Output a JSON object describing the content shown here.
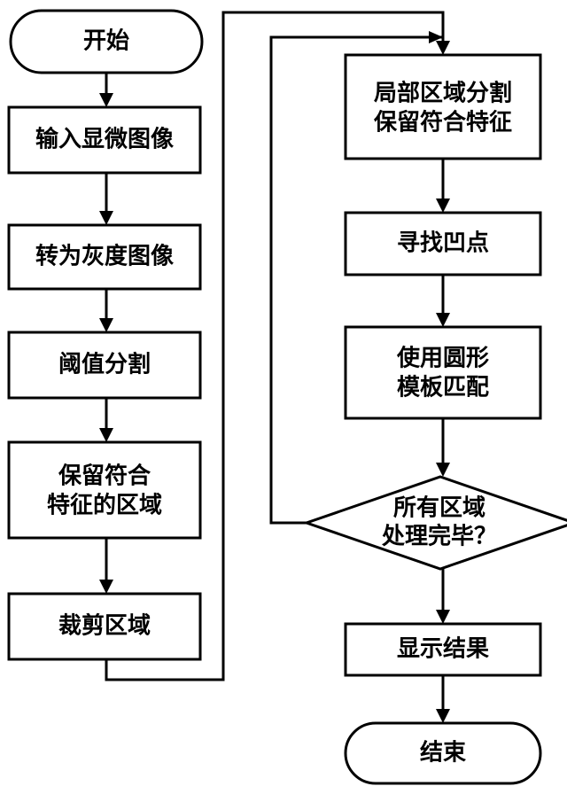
{
  "flowchart": {
    "start": "开始",
    "input_image": "输入显微图像",
    "to_grayscale": "转为灰度图像",
    "threshold_segmentation": "阈值分割",
    "keep_regions_line1": "保留符合",
    "keep_regions_line2": "特征的区域",
    "crop_regions": "裁剪区域",
    "local_segmentation_line1": "局部区域分割",
    "local_segmentation_line2": "保留符合特征",
    "find_concave_points": "寻找凹点",
    "template_match_line1": "使用圆形",
    "template_match_line2": "模板匹配",
    "decision_line1": "所有区域",
    "decision_line2": "处理完毕？",
    "show_result": "显示结果",
    "end": "结束"
  }
}
